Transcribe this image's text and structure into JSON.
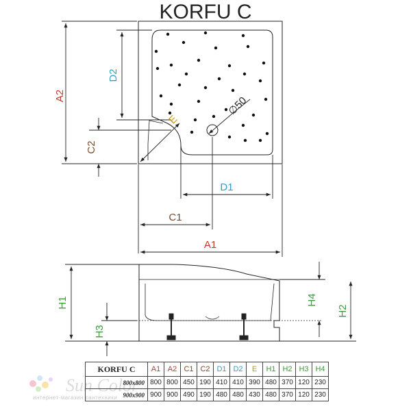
{
  "title": "KORFU C",
  "dimension_labels": {
    "a1": "A1",
    "a2": "A2",
    "c1": "C1",
    "c2": "C2",
    "d1": "D1",
    "d2": "D2",
    "e": "E",
    "drain": "∅50",
    "h1": "H1",
    "h2": "H2",
    "h3": "H3",
    "h4": "H4"
  },
  "colors": {
    "a": "#c0392b",
    "c": "#7a4a2a",
    "d": "#2e9ec8",
    "e": "#d4920e",
    "h": "#3e9a3e",
    "line": "#222222"
  },
  "table": {
    "model_header": "KORFU C",
    "columns": [
      "A1",
      "A2",
      "C1",
      "C2",
      "D1",
      "D2",
      "E",
      "H1",
      "H2",
      "H3",
      "H4"
    ],
    "rows": [
      {
        "size": "800x800",
        "values": [
          "800",
          "800",
          "450",
          "190",
          "410",
          "410",
          "390",
          "480",
          "370",
          "120",
          "230"
        ]
      },
      {
        "size": "900x900",
        "values": [
          "900",
          "900",
          "490",
          "190",
          "480",
          "480",
          "430",
          "480",
          "370",
          "120",
          "230"
        ]
      }
    ]
  },
  "watermark": {
    "script": "Sun Color",
    "caption": "интернет-магазин сантехники"
  }
}
